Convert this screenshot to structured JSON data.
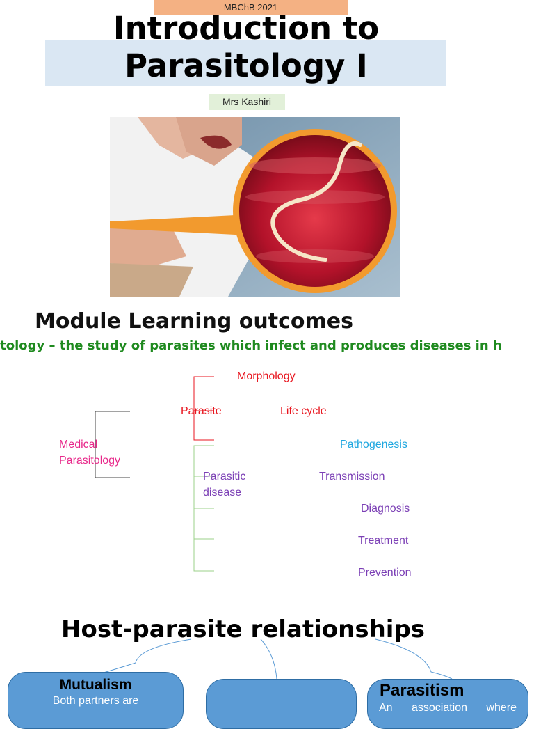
{
  "slide1": {
    "course_tag": "MBChB 2021",
    "title_line1": "Introduction to",
    "title_line2": "Parasitology I",
    "author": "Mrs Kashiri"
  },
  "slide2": {
    "heading": "Module Learning outcomes",
    "definition": "itology – the study of parasites which infect and produces diseases in h",
    "root": "Medical Parasitology",
    "parasite": "Parasite",
    "parasite_children": [
      "Morphology",
      "Life cycle"
    ],
    "disease": "Parasitic disease",
    "disease_children": [
      "Pathogenesis",
      "Transmission",
      "Diagnosis",
      "Treatment",
      "Prevention"
    ]
  },
  "slide3": {
    "heading": "Host-parasite relationships",
    "boxes": [
      {
        "title": "Mutualism",
        "desc": "Both partners are"
      },
      {
        "title": "",
        "desc": ""
      },
      {
        "title": "Parasitism",
        "desc": "An association where"
      }
    ]
  },
  "colors": {
    "course_tag_bg": "#f4b183",
    "title_band_bg": "#dae7f3",
    "author_bg": "#e2f0d9",
    "definition_text": "#1f8a1f",
    "parasite_branch": "#e8161f",
    "root_text": "#e8288a",
    "pathogenesis_text": "#1fa7e0",
    "disease_branch": "#7b3fb5",
    "box_fill": "#5b9bd5"
  }
}
